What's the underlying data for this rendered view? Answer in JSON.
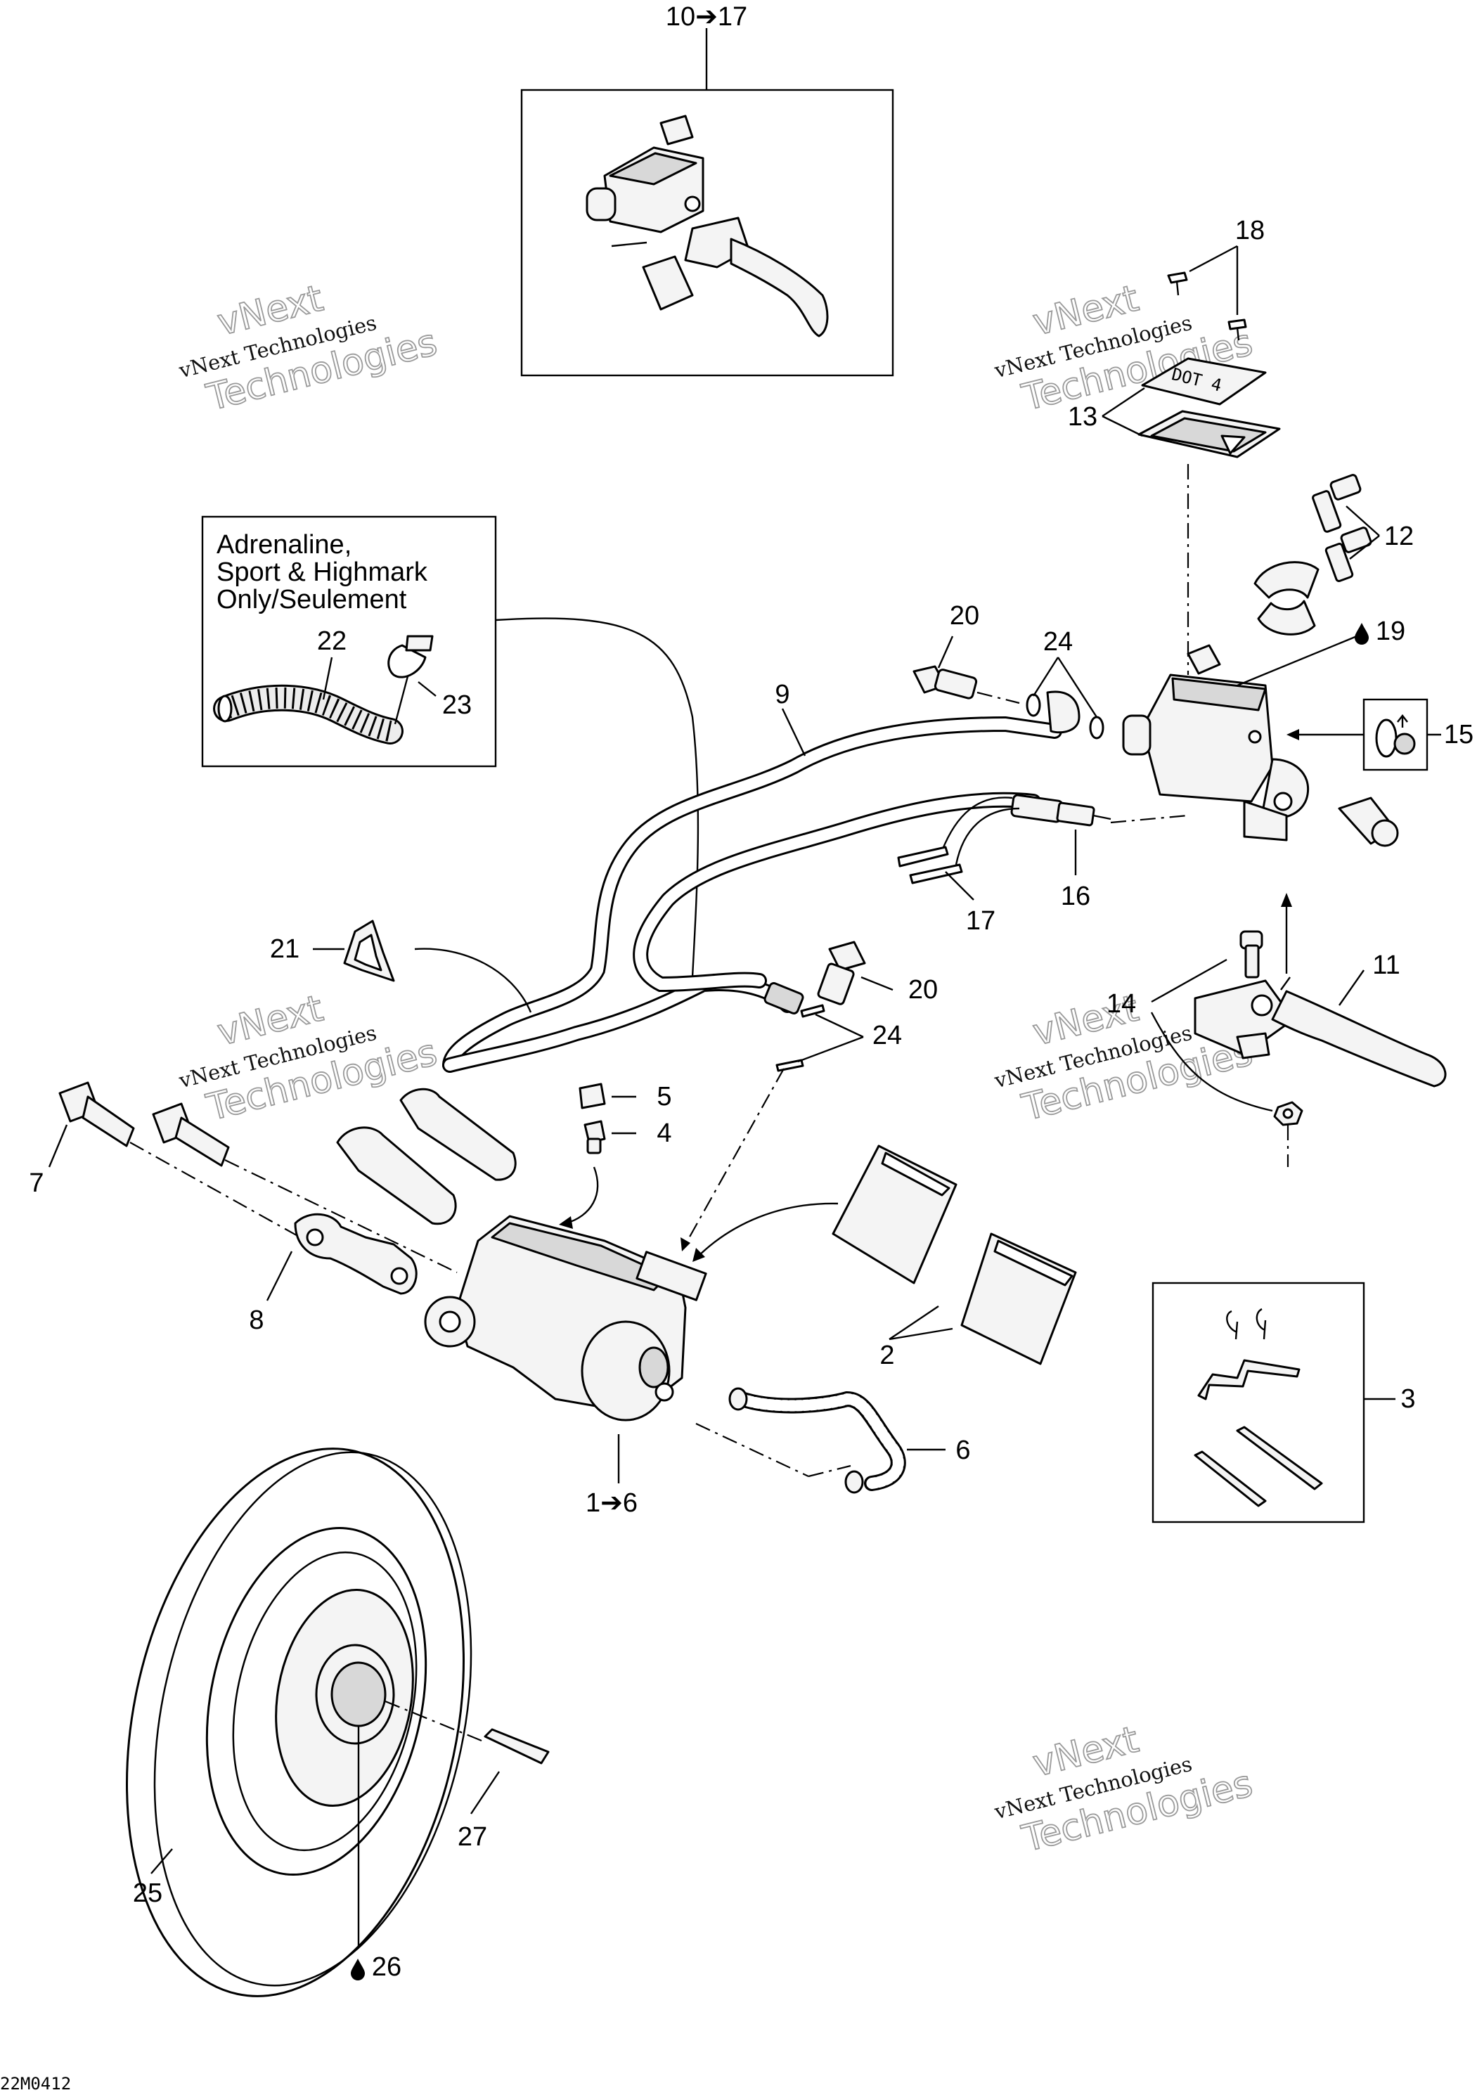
{
  "diagram": {
    "inset_box_text": [
      "Adrenaline,",
      "Sport & Highmark",
      "Only/Seulement"
    ],
    "callouts": {
      "c10_17": "10➔17",
      "c18": "18",
      "c13": "13",
      "c12": "12",
      "c19": "19",
      "c15": "15",
      "c20a": "20",
      "c24a": "24",
      "c9": "9",
      "c16": "16",
      "c17": "17",
      "c22": "22",
      "c23": "23",
      "c21": "21",
      "c20b": "20",
      "c24b": "24",
      "c14": "14",
      "c11": "11",
      "c5": "5",
      "c4": "4",
      "c7": "7",
      "c8": "8",
      "c2": "2",
      "c3": "3",
      "c6": "6",
      "c1_6": "1➔6",
      "c27": "27",
      "c25": "25",
      "c26": "26"
    },
    "watermark": {
      "line1": "vNext",
      "line2": "vNext Technologies",
      "line3": "Technologies"
    },
    "drawing_code": "22M0412"
  },
  "icons": [
    "oil-drop-icon",
    "arrow-right-icon"
  ],
  "colors": {
    "line": "#000000",
    "background": "#ffffff",
    "watermark": "#9a9a9a"
  }
}
